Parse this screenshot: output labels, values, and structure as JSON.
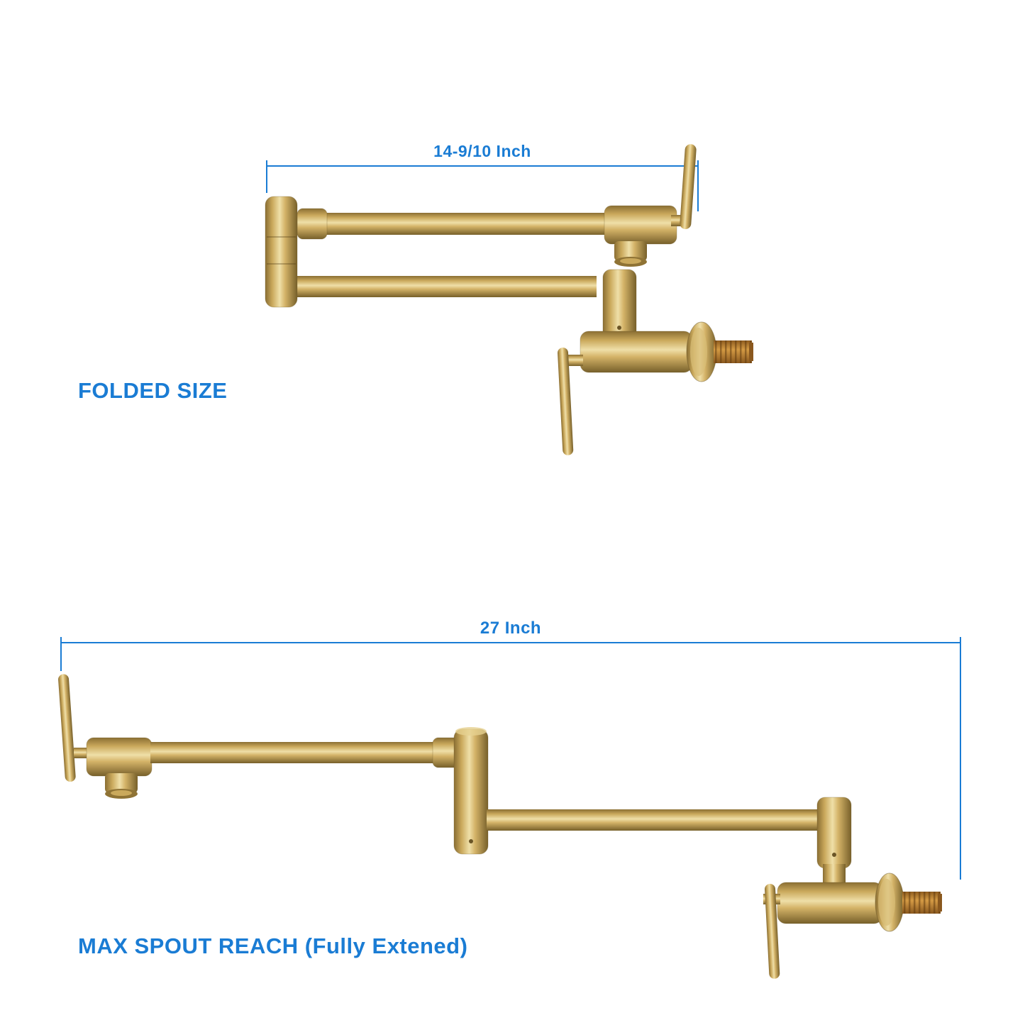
{
  "colors": {
    "dimension_blue": "#1a7cd4",
    "caption_blue": "#1a7cd4",
    "brass_highlight": "#efdfa8",
    "brass_mid": "#caa95c",
    "brass_shadow": "#77602a",
    "thread_copper": "#c08033",
    "background": "#ffffff"
  },
  "folded_view": {
    "dimension_label": "14-9/10 Inch",
    "caption": "FOLDED SIZE"
  },
  "extended_view": {
    "dimension_label": "27 Inch",
    "caption": "MAX SPOUT REACH (Fully Extened)"
  }
}
